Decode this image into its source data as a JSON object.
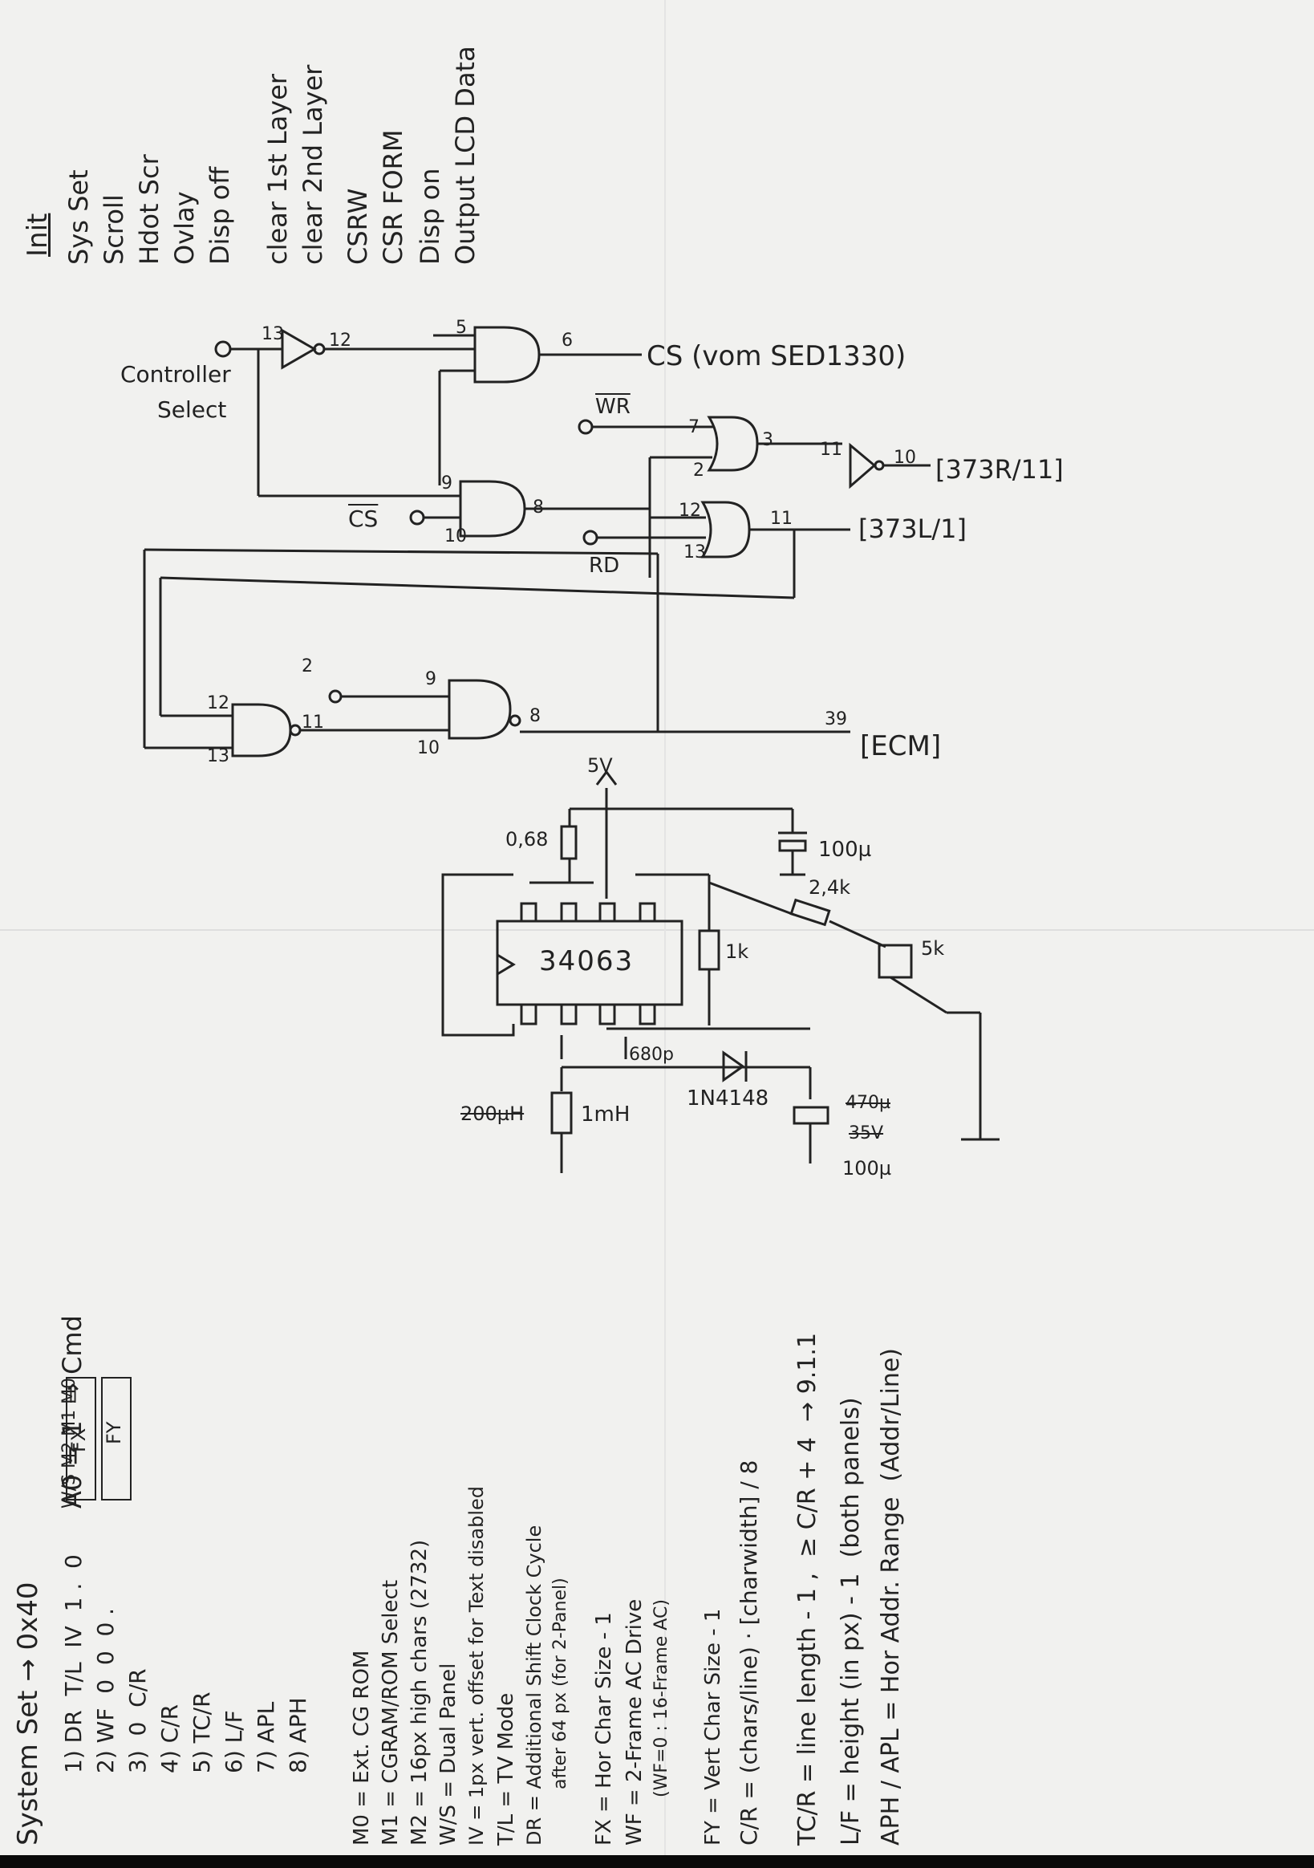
{
  "init": {
    "title": "Init",
    "items": [
      "Sys Set",
      "Scroll",
      "Hdot Scr",
      "Ovlay",
      "Disp off",
      "clear 1st Layer",
      "clear 2nd Layer",
      "CSRW",
      "CSR FORM",
      "Disp on",
      "Output LCD Data"
    ]
  },
  "schematic": {
    "controller_select": [
      "Controller",
      "Select"
    ],
    "pins": {
      "p13a": "13",
      "p12a": "12",
      "p5": "5",
      "p6": "6",
      "p7": "7",
      "p3": "3",
      "p2": "2",
      "p11a": "11",
      "p10a": "10",
      "p9a": "9",
      "p8a": "8",
      "p10b": "10",
      "p12b": "12",
      "p11b": "11",
      "p13b": "13",
      "p2c": "2",
      "p9c": "9",
      "p12c": "12",
      "p11c": "11",
      "p13c": "13",
      "p10c": "10",
      "p8c": "8",
      "p39": "39"
    },
    "cs_out": "CS (vom SED1330)",
    "cs_in": "CS",
    "wr": "WR",
    "rd": "RD",
    "out1": "[373R/11]",
    "out2": "[373L/1]",
    "ecm": "[ECM]"
  },
  "psu": {
    "v5": "5V",
    "r068": "0,68",
    "c100u_top": "100µ",
    "ic": "34063",
    "r1k": "1k",
    "r24k": "2,4k",
    "r5k": "5k",
    "c680p": "680p",
    "diode": "1N4148",
    "l1mh": "1mH",
    "c100u_bottom": "100µ",
    "strike1": "200µH",
    "strike2": "470µ",
    "strike3": "35V"
  },
  "commands": {
    "header": "System Set → 0x40",
    "a0": "A0 = 1  ⇒ Cmd",
    "bits": "W/S M2 M1 M0",
    "rows": [
      "1) DR  T/L  IV  1 .  0",
      "2) WF  0  0  0 .",
      "3)  0  C/R",
      "4) C/R",
      "5) TC/R",
      "6) L/F",
      "7) APL",
      "8) APH"
    ],
    "fx": "FX",
    "fy": "FY"
  },
  "legend": {
    "m0": "M0 = Ext. CG ROM",
    "m1": "M1 = CGRAM/ROM Select",
    "m2": "M2 = 16px high chars (2732)",
    "ws": "W/S = Dual Panel",
    "iv": "IV = 1px vert. offset for Text disabled",
    "tl": "T/L = TV Mode",
    "dr": "DR = Additional Shift Clock Cycle",
    "dr2": "after 64 px (for 2-Panel)",
    "fx": "FX = Hor Char Size - 1",
    "wf": "WF = 2-Frame AC Drive",
    "wf2": "(WF=0 : 16-Frame AC)",
    "fy": "FY = Vert Char Size - 1",
    "cr": "C/R = (chars/line) · [charwidth] / 8",
    "tcr": "TC/R = line length - 1 ,  ≥ C/R + 4  → 9.1.1",
    "lf": "L/F = height (in px) - 1  (both panels)",
    "aph": "APH / APL = Hor Addr. Range  (Addr/Line)"
  }
}
